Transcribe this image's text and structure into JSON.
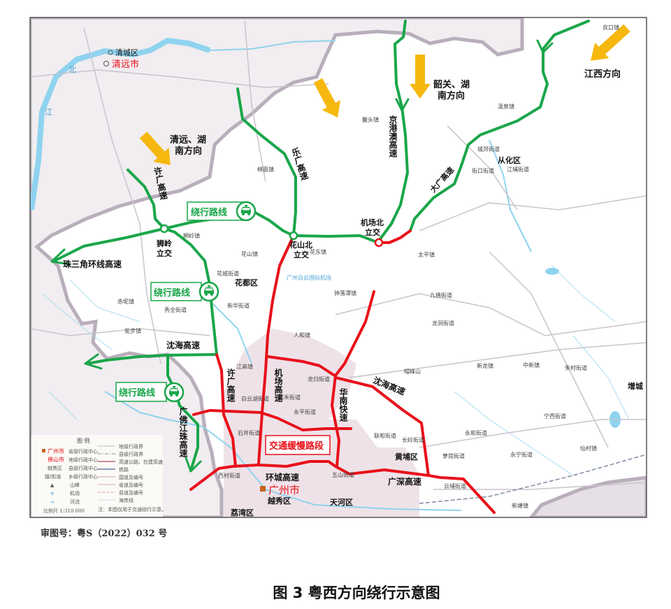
{
  "map": {
    "colors": {
      "detour_route": "#1aa64a",
      "congested_road": "#e8101a",
      "direction_arrow": "#f6b80f",
      "outer_region": "#f1edf0",
      "urban_area": "#ecdfe6",
      "water": "#8fd3ef"
    },
    "cities": {
      "qingyuan": "清远市",
      "qingcheng": "清城区",
      "guangzhou": "广州市",
      "yuexiu": "越秀区",
      "tianhe": "天河区",
      "huadu": "花都区",
      "conghua": "从化区",
      "huangpu": "黄埔区",
      "liwan": "荔湾区",
      "zengcheng": "增城"
    },
    "rivers": {
      "bei": "北",
      "jiang": "江"
    },
    "directions": {
      "qingyuan_hunan_1": "清远、湖",
      "qingyuan_hunan_2": "南方向",
      "shaoguan_hunan_1": "韶关、湖",
      "shaoguan_hunan_2": "南方向",
      "jiangxi": "江西方向"
    },
    "highways": {
      "xuguang_north": "许广高速",
      "leguang": "乐广高速",
      "jinggangao": "京港澳高速",
      "daguang": "大广高速",
      "zhusanjiao": "珠三角环线高速",
      "shenhai_west": "沈海高速",
      "xuguang_south": "许广高速",
      "airport": "机场高速",
      "huanan": "华南快速",
      "shenhai_east": "沈海高速",
      "huancheng": "环城高速",
      "guangshen": "广深高速",
      "guangfo": "广佛江珠高速"
    },
    "interchanges": {
      "shiling_1": "狮岭",
      "shiling_2": "立交",
      "huashanbei_1": "花山北",
      "huashanbei_2": "立交",
      "jichangbei_1": "机场北",
      "jichangbei_2": "立交"
    },
    "detour_badges": [
      "绕行路线",
      "绕行路线",
      "绕行路线"
    ],
    "detour_icon": "taxi-icon",
    "congestion_label": "交通缓慢路段",
    "places": [
      {
        "id": "liangkou",
        "name": "良口镇"
      },
      {
        "id": "wenquan",
        "name": "温泉镇"
      },
      {
        "id": "aotou",
        "name": "鳌头镇"
      },
      {
        "id": "chengjiao",
        "name": "城郊街道"
      },
      {
        "id": "jiekou",
        "name": "街口街道"
      },
      {
        "id": "jiangpu",
        "name": "江埔街道"
      },
      {
        "id": "taiping",
        "name": "太平镇"
      },
      {
        "id": "timian",
        "name": "梯面镇"
      },
      {
        "id": "shilingzhen",
        "name": "狮岭镇"
      },
      {
        "id": "huashan",
        "name": "花山镇"
      },
      {
        "id": "huadong",
        "name": "花东镇"
      },
      {
        "id": "huacheng",
        "name": "花城街道"
      },
      {
        "id": "airport",
        "name": "广州白云国际机场"
      },
      {
        "id": "xiuquan",
        "name": "秀全街道"
      },
      {
        "id": "xinhua",
        "name": "新华街道"
      },
      {
        "id": "chini",
        "name": "赤坭镇"
      },
      {
        "id": "tanbu",
        "name": "炭步镇"
      },
      {
        "id": "renhe",
        "name": "人和镇"
      },
      {
        "id": "zhongluotan",
        "name": "钟落潭镇"
      },
      {
        "id": "jiufo",
        "name": "九佛街道"
      },
      {
        "id": "longdong",
        "name": "龙洞街道"
      },
      {
        "id": "xinlong",
        "name": "新龙镇"
      },
      {
        "id": "zhongxin",
        "name": "中新镇"
      },
      {
        "id": "zhucun",
        "name": "朱村街道"
      },
      {
        "id": "ningxi",
        "name": "宁西街道"
      },
      {
        "id": "yonghe",
        "name": "永和街道"
      },
      {
        "id": "yongning",
        "name": "永宁街道"
      },
      {
        "id": "xiancun",
        "name": "仙村镇"
      },
      {
        "id": "xintang",
        "name": "新塘镇"
      },
      {
        "id": "yunpu",
        "name": "云埔街道"
      },
      {
        "id": "luogang",
        "name": "萝岗街道"
      },
      {
        "id": "changling",
        "name": "长岭街道"
      },
      {
        "id": "lianhe",
        "name": "联和街道"
      },
      {
        "id": "longgui",
        "name": "龙归街道"
      },
      {
        "id": "jiahe",
        "name": "嘉禾街道"
      },
      {
        "id": "yongping",
        "name": "永平街道"
      },
      {
        "id": "shijing",
        "name": "石井街道"
      },
      {
        "id": "xicun",
        "name": "西村街道"
      },
      {
        "id": "maofengshan",
        "name": "帽峰山"
      },
      {
        "id": "jianggao",
        "name": "江高镇"
      },
      {
        "id": "baiyunhu",
        "name": "白云湖街道"
      },
      {
        "id": "wushan",
        "name": "五山街道"
      }
    ],
    "legend": {
      "title": "图    例",
      "left": [
        {
          "symbol": "广州市",
          "desc": "省级行政中心"
        },
        {
          "symbol": "佛山市",
          "desc": "地级行政中心"
        },
        {
          "symbol": "越秀区",
          "desc": "县级行政中心"
        },
        {
          "symbol": "镇/街道",
          "desc": "乡级行政中心"
        },
        {
          "symbol": "▲",
          "desc": "山峰"
        },
        {
          "symbol": "✈",
          "desc": "机场"
        },
        {
          "symbol": "≈",
          "desc": "河流"
        }
      ],
      "right": [
        "地级行政界",
        "县级行政界",
        "高速公路、在建高速",
        "铁路",
        "国道及编号",
        "省道及编号",
        "县道及编号",
        "海岸线"
      ],
      "scale": "比例尺 1:310 000",
      "note": "注：本图仅用于交通绕行示意。"
    }
  },
  "approval": "审图号：粤S（2022）032 号",
  "caption": "图 3  粤西方向绕行示意图"
}
